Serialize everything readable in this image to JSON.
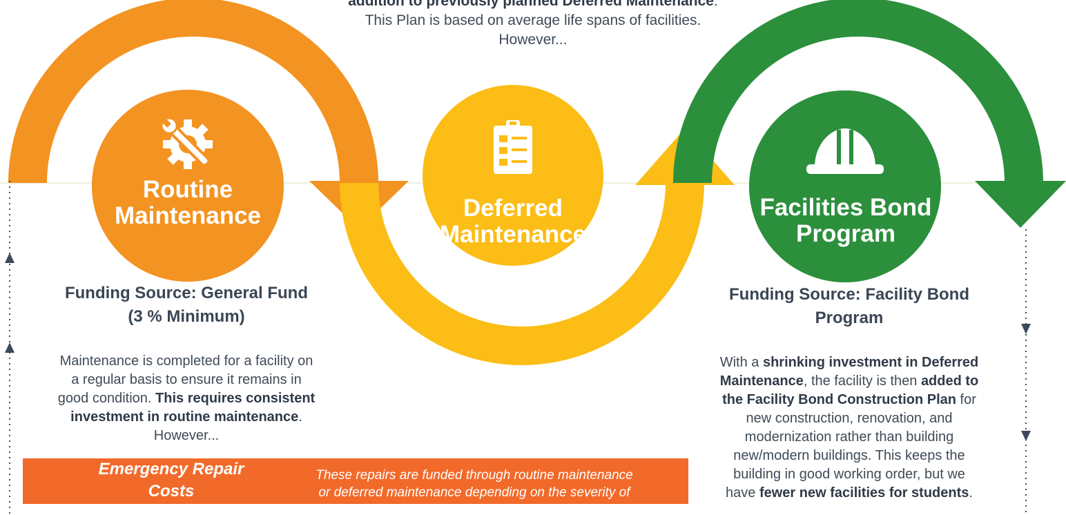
{
  "top_note": {
    "line1": "addition to previously planned Deferred Maintenance",
    "line1_suffix": ".",
    "line2": "This Plan is based on average life spans of facilities.",
    "line3": "However..."
  },
  "stages": {
    "routine": {
      "title_line1": "Routine",
      "title_line2": "Maintenance",
      "icon": "gear-wrench-icon",
      "color": "#f39322"
    },
    "deferred": {
      "title_line1": "Deferred",
      "title_line2": "Maintenance",
      "icon": "checklist-clipboard-icon",
      "color": "#fbbd16"
    },
    "bond": {
      "title_line1": "Facilities Bond",
      "title_line2": "Program",
      "icon": "hard-hat-icon",
      "color": "#2b8f3c"
    }
  },
  "routine_section": {
    "funding_line1": "Funding Source: General Fund",
    "funding_line2": "(3 % Minimum)",
    "p_line1": "Maintenance is completed for a facility on",
    "p_line2": "a regular basis to ensure it remains in",
    "p_line3_a": "good condition. ",
    "p_line3_b": "This requires consistent",
    "p_line4_b": "investment in routine maintenance",
    "p_line4_c": ".",
    "p_line5": "However..."
  },
  "bond_section": {
    "funding_line1": "Funding Source: Facility Bond",
    "funding_line2": "Program",
    "p1_a": "With a ",
    "p1_b": "shrinking investment in Deferred",
    "p2_b": "Maintenance",
    "p2_c": ", the facility is then ",
    "p2_d": "added to",
    "p3_b": "the Facility Bond Construction Plan",
    "p3_c": " for",
    "p4": "new construction, renovation, and",
    "p5": "modernization rather than building",
    "p6": "new/modern buildings. This keeps the",
    "p7": "building in good working order, but we",
    "p8_a": "have ",
    "p8_b": "fewer new facilities for students",
    "p8_c": "."
  },
  "banner": {
    "title_line1": "Emergency Repair",
    "title_line2": "Costs",
    "text_line1": "These repairs are funded through routine maintenance",
    "text_line2": "or deferred maintenance depending on the severity of",
    "color": "#f26a2a"
  },
  "colors": {
    "orange": "#f39322",
    "yellow": "#fbbd16",
    "green": "#2b8f3c",
    "text": "#3a4654",
    "arrow_dots": "#3c4a5c"
  }
}
